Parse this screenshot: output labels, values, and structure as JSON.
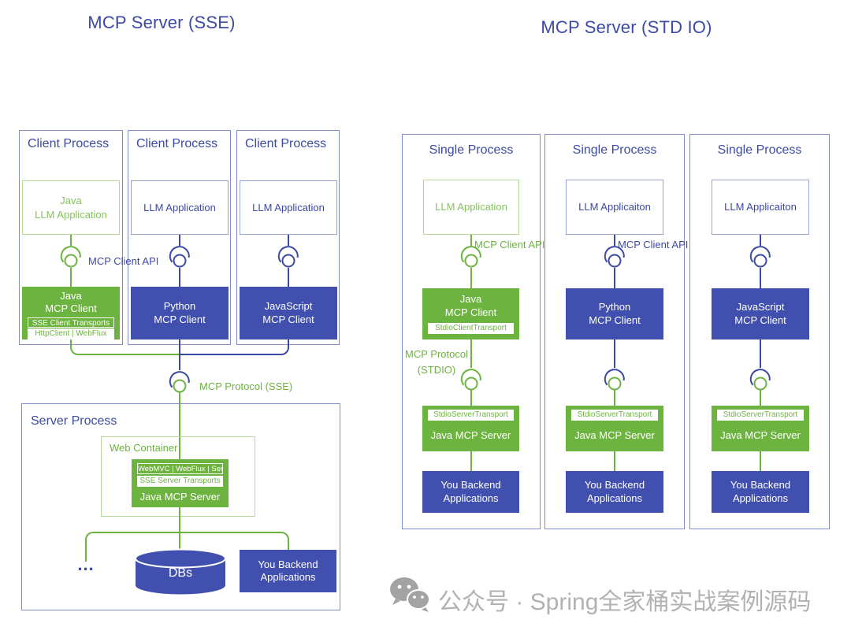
{
  "colors": {
    "green": "#6db33f",
    "green_soft_text": "#87c35f",
    "green_light_border": "#b5d99c",
    "indigo_fill": "#4150ae",
    "indigo_line": "#3c4aa6",
    "indigo_text": "#3d4aa4",
    "box_border": "#838cc7",
    "watermark_gray": "#b2b2b2"
  },
  "sse": {
    "title": "MCP Server (SSE)",
    "client_api_label": "MCP Client API",
    "protocol_label": "MCP Protocol (SSE)",
    "columns": [
      {
        "process_title": "Client Process",
        "llm_app": "Java\nLLM Application",
        "client_name": "Java\nMCP Client",
        "transport_badge": "SSE Client Transports",
        "transport_options": "HttpClient | WebFlux"
      },
      {
        "process_title": "Client Process",
        "llm_app": "LLM Application",
        "client_name": "Python\nMCP Client"
      },
      {
        "process_title": "Client Process",
        "llm_app": "LLM Application",
        "client_name": "JavaScript\nMCP Client"
      }
    ],
    "server": {
      "process_title": "Server Process",
      "container_title": "Web Container",
      "frameworks_badge": "WebMVC | WebFlux | Servlet",
      "transport_badge": "SSE Server Transports",
      "server_name": "Java MCP Server",
      "ellipsis": "...",
      "db_label": "DBs",
      "backend_label": "You Backend\nApplications"
    }
  },
  "stdio": {
    "title": "MCP Server (STD IO)",
    "protocol_label": "MCP Protocol\n(STDIO)",
    "columns": [
      {
        "process_title": "Single Process",
        "llm_app": "LLM Application",
        "client_api_label": "MCP Client API",
        "client_name": "Java\nMCP Client",
        "client_transport_badge": "StdioClientTransport",
        "server_transport_badge": "StdioServerTransport",
        "server_name": "Java MCP Server",
        "backend_label": "You Backend\nApplications"
      },
      {
        "process_title": "Single Process",
        "llm_app": "LLM Applicaiton",
        "client_api_label": "MCP Client API",
        "client_name": "Python\nMCP Client",
        "server_transport_badge": "StdioServerTransport",
        "server_name": "Java MCP Server",
        "backend_label": "You Backend\nApplications"
      },
      {
        "process_title": "Single Process",
        "llm_app": "LLM Applicaiton",
        "client_name": "JavaScript\nMCP Client",
        "server_transport_badge": "StdioServerTransport",
        "server_name": "Java MCP Server",
        "backend_label": "You Backend\nApplications"
      }
    ]
  },
  "watermark": {
    "icon": "wechat-icon",
    "text": "公众号 · Spring全家桶实战案例源码"
  }
}
